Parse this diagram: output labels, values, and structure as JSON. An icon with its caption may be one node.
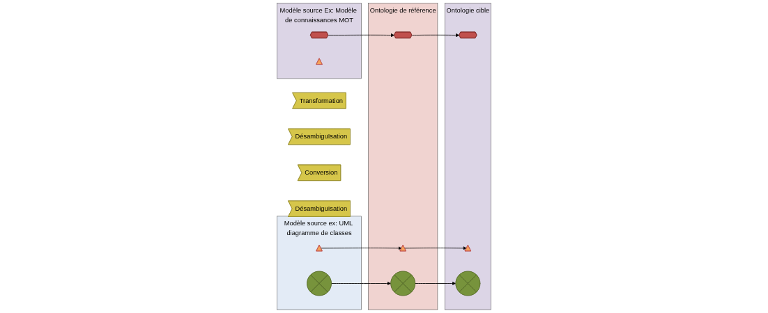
{
  "diagram": {
    "nodes": [
      {
        "text": [
          "Transformation"
        ]
      },
      {
        "text": [
          "Modèle source ex: UML diagramme de classes"
        ]
      },
      {
        "text": [],
        "shape": "cross",
        "in": 1
      },
      {
        "text": [],
        "shape": "star",
        "in": 1
      },
      {
        "text": [
          "Désambiguïsation"
        ]
      },
      {
        "text": [
          "Ontologie de référence"
        ]
      },
      {
        "text": [],
        "shape": "star",
        "in": 5
      },
      {
        "text": [],
        "shape": "pentagon",
        "in": 5
      },
      {
        "text": [],
        "shape": "cross",
        "in": 5
      },
      {
        "text": [
          "Conversion"
        ]
      },
      {
        "text": [
          "Ontologie cible"
        ]
      },
      {
        "text": [],
        "shape": "pentagon",
        "in": 10
      },
      {
        "text": [],
        "shape": "star",
        "in": 10
      },
      {
        "text": [],
        "shape": "cross",
        "in": 10
      },
      {
        "text": [
          "Modèle source Ex: Modèle de connaissances MOT"
        ]
      },
      {
        "text": [],
        "shape": "pentagon",
        "in": 14
      },
      {
        "text": [],
        "shape": "star",
        "in": 14
      },
      {
        "text": [
          "Désambiguïsation"
        ]
      }
    ],
    "edges": [
      {
        "from": 3,
        "to": 6,
        "arrow": "to"
      },
      {
        "from": 2,
        "to": 8,
        "arrow": "to"
      },
      {
        "from": 15,
        "to": 7,
        "arrow": "to"
      },
      {
        "from": 6,
        "to": 12,
        "arrow": "to"
      },
      {
        "from": 7,
        "to": 11,
        "arrow": "to"
      },
      {
        "from": 8,
        "to": 13,
        "arrow": "to"
      }
    ]
  }
}
